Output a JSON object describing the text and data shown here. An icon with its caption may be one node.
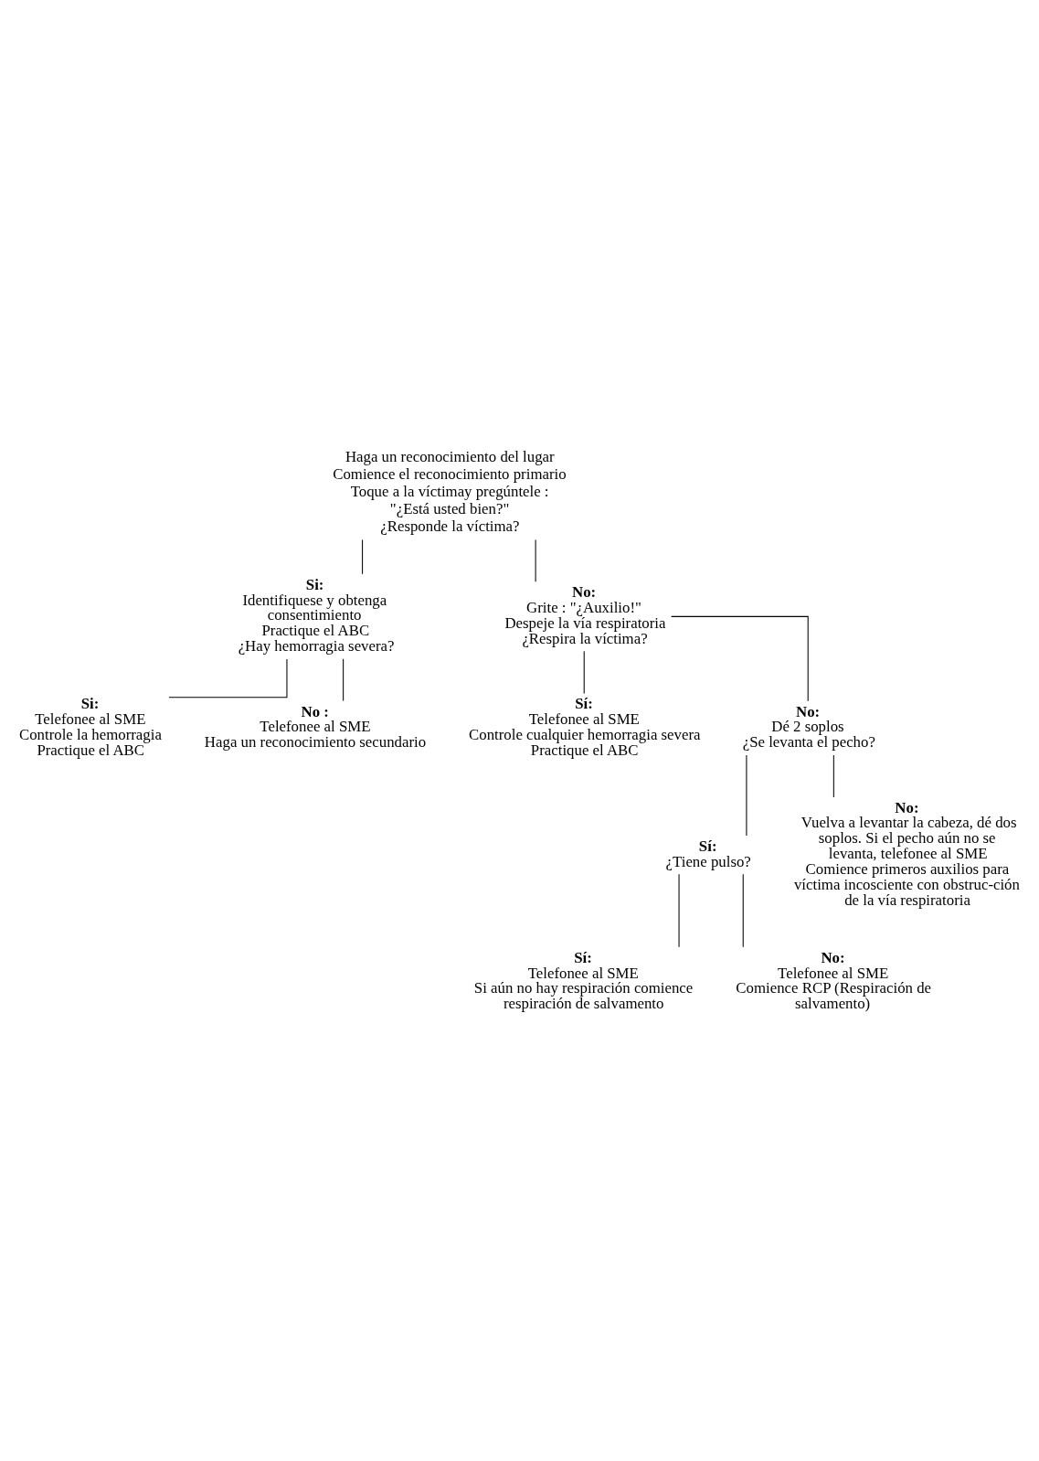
{
  "diagram": {
    "nodes": [
      {
        "text": [
          "Haga un reconocimiento del lugar",
          "Comience el reconocimiento primario",
          "Toque a la víctimay pregúntele : \"¿Está usted bien?\"",
          "¿Responde la víctima?"
        ]
      },
      {
        "text": [
          "Si:",
          "Identifiquese y obtenga consentimiento",
          "Practique el ABC",
          "¿Hay hemorragia severa?"
        ]
      },
      {
        "text": [
          "No:",
          "Grite : \"¿Auxilio!\"",
          "Despeje la vía respiratoria",
          "¿Respira la víctima?"
        ]
      },
      {
        "text": [
          "Si:",
          "Telefonee al SME",
          "Controle la hemorragia",
          "Practique el ABC"
        ]
      },
      {
        "text": [
          "No :",
          "Telefonee al SME",
          "Haga un reconocimiento secundario"
        ]
      },
      {
        "text": [
          "Sí:",
          "Telefonee al SME",
          "Controle cualquier hemorragia severa",
          "Practique el ABC"
        ]
      },
      {
        "text": [
          "No:",
          "Dé 2 soplos",
          "¿Se levanta el pecho?"
        ]
      },
      {
        "text": [
          "Sí:",
          "¿Tiene pulso?"
        ]
      },
      {
        "text": [
          "No:",
          "Vuelva a levantar la cabeza, dé dos soplos. Si el pecho aún no se levanta, telefonee al SME",
          "Comience primeros auxilios para víctima incosciente con obstruc-ción de la vía respiratoria"
        ]
      },
      {
        "text": [
          "Sí:",
          "Telefonee al SME",
          "Si aún no hay respiración comience respiración de salvamento"
        ]
      },
      {
        "text": [
          "No:",
          "Telefonee al SME",
          "Comience RCP (Respiración de salvamento)"
        ]
      }
    ],
    "edges": [
      {
        "from": 0,
        "to": 1,
        "arrow": "none"
      },
      {
        "from": 0,
        "to": 2,
        "arrow": "none"
      },
      {
        "from": 1,
        "to": 3,
        "arrow": "none"
      },
      {
        "from": 1,
        "to": 4,
        "arrow": "none"
      },
      {
        "from": 2,
        "to": 5,
        "arrow": "none"
      },
      {
        "from": 2,
        "to": 6,
        "arrow": "none"
      },
      {
        "from": 6,
        "to": 7,
        "arrow": "none"
      },
      {
        "from": 6,
        "to": 8,
        "arrow": "none"
      },
      {
        "from": 7,
        "to": 9,
        "arrow": "none"
      },
      {
        "from": 7,
        "to": 10,
        "arrow": "none"
      }
    ]
  }
}
